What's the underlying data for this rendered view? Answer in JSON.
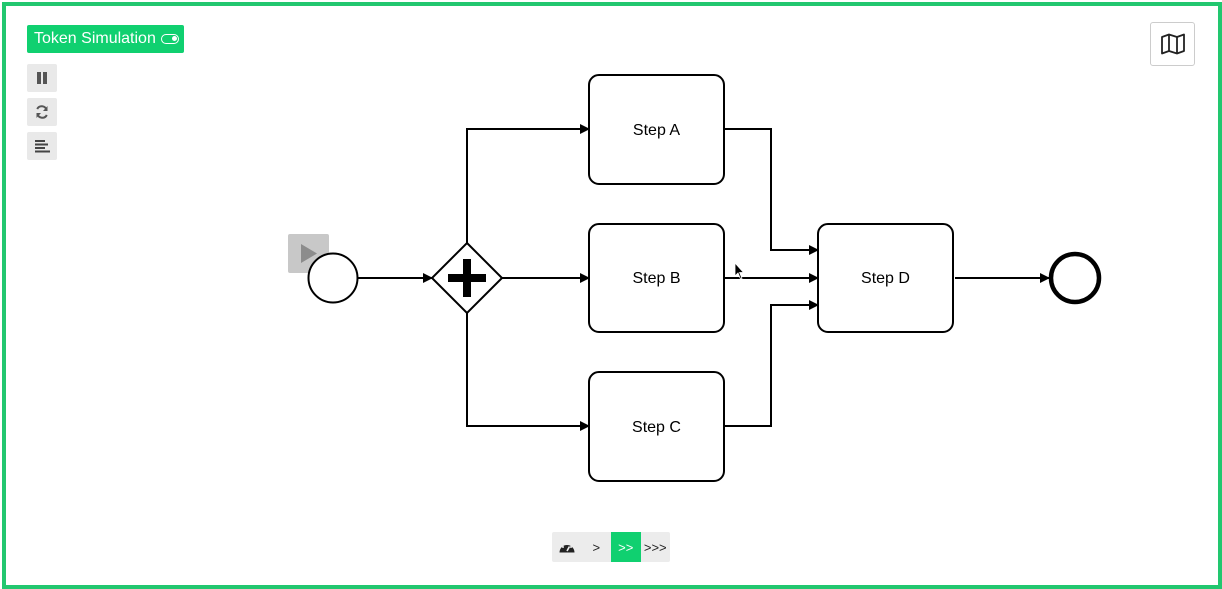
{
  "toolbar": {
    "token_simulation_label": "Token Simulation"
  },
  "controls": {
    "pause": {
      "icon": "pause-icon"
    },
    "reset": {
      "icon": "reset-icon"
    },
    "log": {
      "icon": "log-icon"
    }
  },
  "minimap": {
    "icon": "map-icon"
  },
  "diagram": {
    "tasks": [
      {
        "id": "step-a",
        "label": "Step A"
      },
      {
        "id": "step-b",
        "label": "Step B"
      },
      {
        "id": "step-c",
        "label": "Step C"
      },
      {
        "id": "step-d",
        "label": "Step D"
      }
    ]
  },
  "speed": {
    "icon": "speedometer-icon",
    "options": [
      ">",
      ">>",
      ">>>"
    ],
    "active_option": ">>"
  },
  "colors": {
    "accent": "#10d070",
    "frame": "#22c76f"
  }
}
